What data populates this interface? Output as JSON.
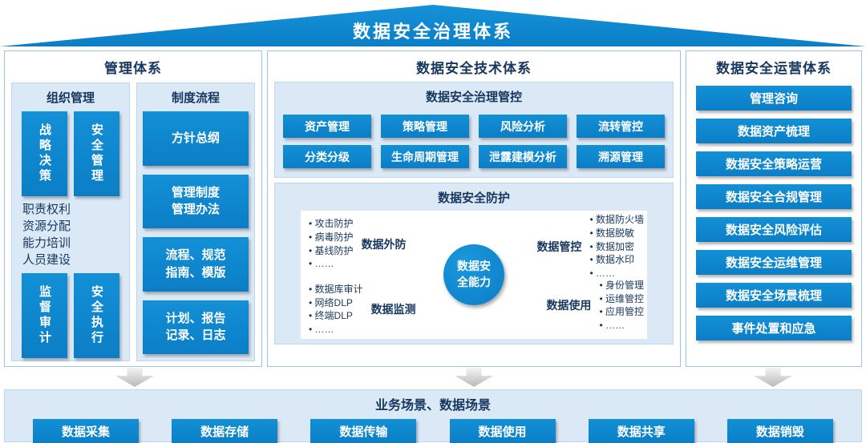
{
  "banner": {
    "title": "数据安全治理体系"
  },
  "management": {
    "title": "管理体系",
    "organization": {
      "title": "组织管理",
      "top_boxes": [
        "战略决策",
        "安全管理"
      ],
      "middle_text": "职责权利\n资源分配\n能力培训\n人员建设",
      "bottom_boxes": [
        "监督审计",
        "安全执行"
      ]
    },
    "process": {
      "title": "制度流程",
      "boxes": [
        "方针总纲",
        "管理制度\n管理办法",
        "流程、规范\n指南、模版",
        "计划、报告\n记录、日志"
      ]
    }
  },
  "technology": {
    "title": "数据安全技术体系",
    "governance": {
      "title": "数据安全治理管控",
      "row1": [
        "资产管理",
        "策略管理",
        "风险分析",
        "流转管控"
      ],
      "row2": [
        "分类分级",
        "生命周期管理",
        "泄露建模分析",
        "溯源管理"
      ]
    },
    "protection": {
      "title": "数据安全防护",
      "center_label": "数据安\n全能力",
      "quadrants": [
        {
          "label": "数据外防",
          "items": [
            "攻击防护",
            "病毒防护",
            "基线防护",
            "……"
          ]
        },
        {
          "label": "数据管控",
          "items": [
            "数据防火墙",
            "数据脱敏",
            "数据加密",
            "数据水印",
            "……"
          ]
        },
        {
          "label": "数据监测",
          "items": [
            "数据库审计",
            "网络DLP",
            "终端DLP",
            "……"
          ]
        },
        {
          "label": "数据使用",
          "items": [
            "身份管理",
            "运维管控",
            "应用管控",
            "……"
          ]
        }
      ]
    }
  },
  "operations": {
    "title": "数据安全运营体系",
    "items": [
      "管理咨询",
      "数据资产梳理",
      "数据安全策略运营",
      "数据安全合规管理",
      "数据安全风险评估",
      "数据安全运维管理",
      "数据安全场景梳理",
      "事件处置和应急"
    ]
  },
  "scenarios": {
    "title": "业务场景、数据场景",
    "items": [
      "数据采集",
      "数据存储",
      "数据传输",
      "数据使用",
      "数据共享",
      "数据销毁"
    ]
  },
  "colors": {
    "primary_blue": "#0b7ec6",
    "navy_text": "#17375e",
    "panel_blue": "#dbe9f7"
  }
}
